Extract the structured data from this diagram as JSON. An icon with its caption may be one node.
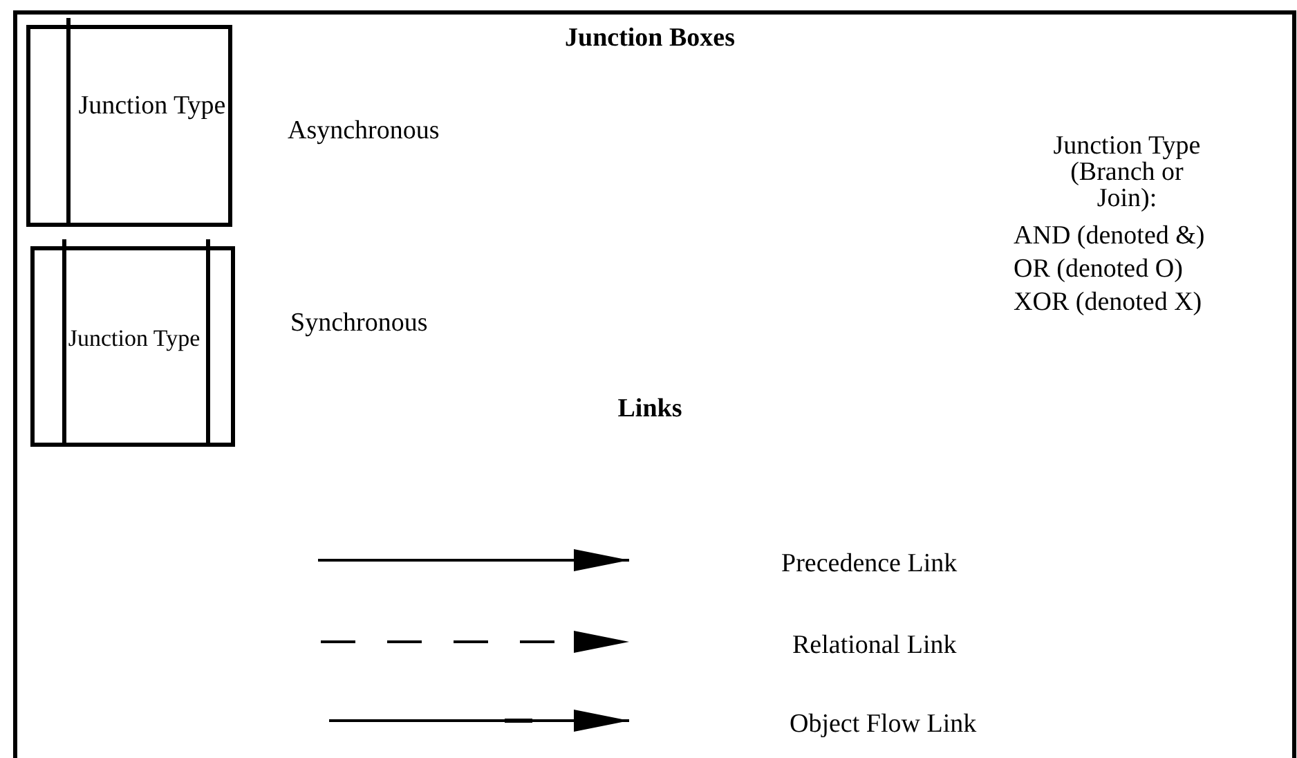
{
  "diagram": {
    "title": "Junction Boxes",
    "nodes": [
      {
        "text": [
          "Junction Type"
        ]
      },
      {
        "text": [
          "Junction Type"
        ]
      }
    ],
    "labels": [
      "Asynchronous",
      "Synchronous",
      "Junction Type (Branch or Join):",
      "AND (denoted &)",
      "OR (denoted O)",
      "XOR (denoted X)",
      "Links"
    ],
    "legend": [
      {
        "text": "Precedence Link"
      },
      {
        "text": "Relational Link"
      },
      {
        "text": "Object Flow Link"
      }
    ]
  }
}
